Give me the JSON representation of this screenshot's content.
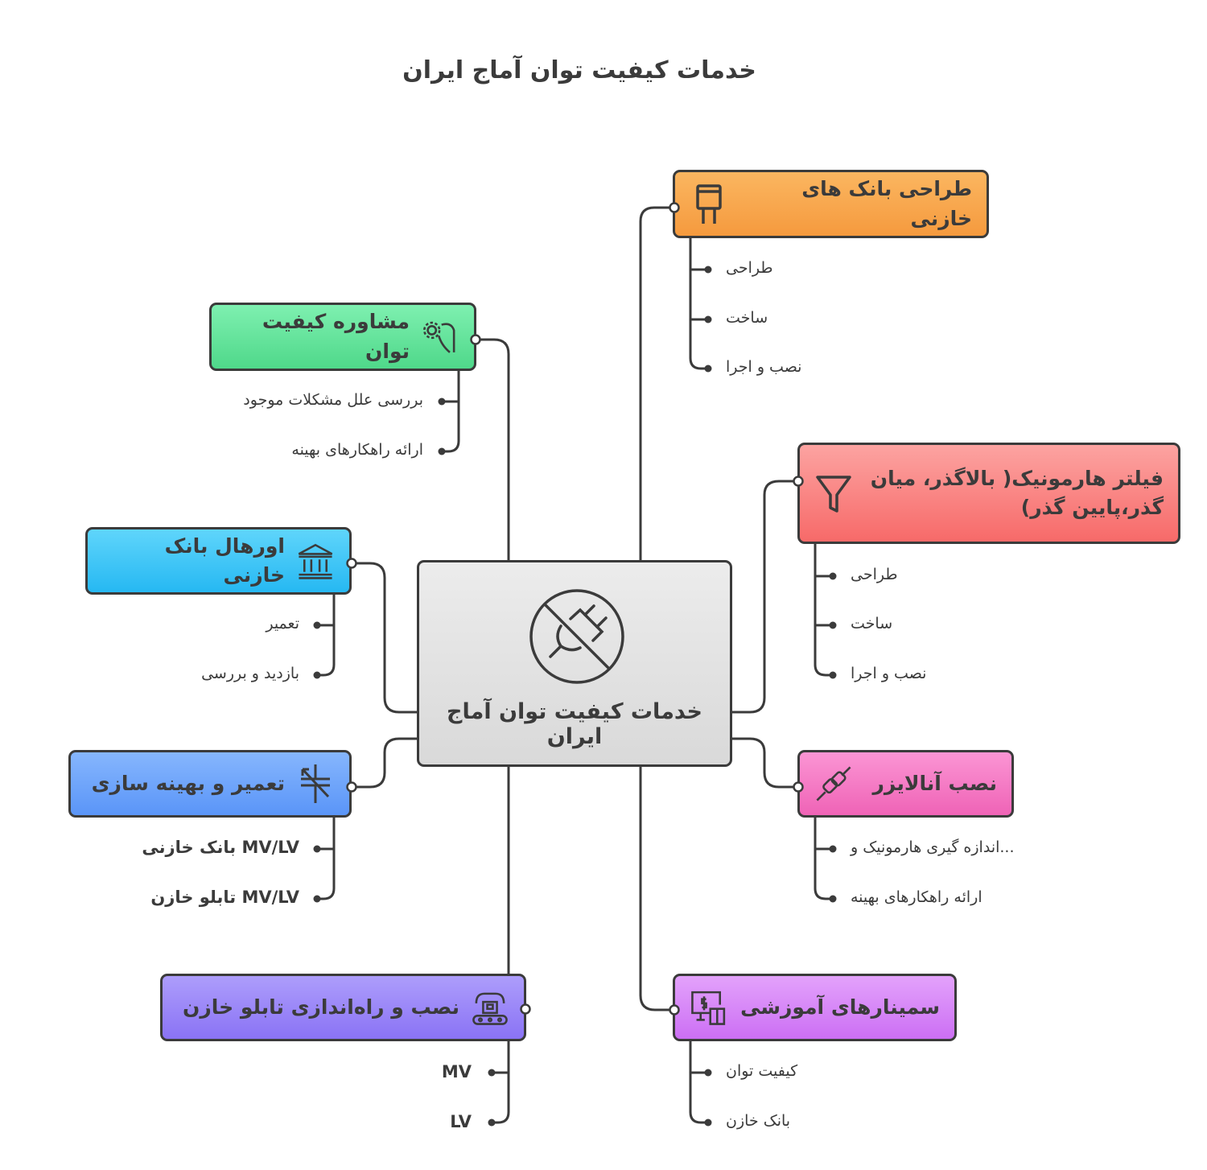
{
  "title": "خدمات کیفیت توان آماج ایران",
  "center": {
    "label": "خدمات کیفیت توان آماج ایران",
    "icon": "no-plug-icon",
    "color": "#e3e3e3"
  },
  "branches": [
    {
      "id": "capacitor-design",
      "label": "طراحی بانک های خازنی",
      "icon": "capacitor-icon",
      "color": "#f9a94f",
      "items": [
        "طراحی",
        "ساخت",
        "نصب و اجرا"
      ]
    },
    {
      "id": "pq-consulting",
      "label": "مشاوره کیفیت توان",
      "icon": "hand-gear-icon",
      "color": "#62e39b",
      "items": [
        "بررسی علل مشکلات موجود",
        "ارائه راهکارهای بهینه"
      ]
    },
    {
      "id": "harmonic-filter",
      "label": "فیلتر هارمونیک( بالاگذر، میان گذر،پایین گذر)",
      "label_line1": "فیلتر هارمونیک( بالاگذر، میان",
      "label_line2": "گذر،پایین گذر)",
      "icon": "funnel-icon",
      "color": "#fa7675",
      "items": [
        "طراحی",
        "ساخت",
        "نصب و اجرا"
      ]
    },
    {
      "id": "capacitor-overhaul",
      "label": "اورهال بانک خازنی",
      "icon": "bank-building-icon",
      "color": "#3fc8f7",
      "items": [
        "تعمیر",
        "بازدید و بررسی"
      ]
    },
    {
      "id": "repair-optimize",
      "label": "تعمیر و بهینه سازی",
      "icon": "variable-capacitor-icon",
      "color": "#6aa4fb",
      "items": [
        "MV/LV بانک خازنی",
        "MV/LV تابلو خازن"
      ]
    },
    {
      "id": "analyzer-install",
      "label": "نصب آنالایزر",
      "icon": "plug-connector-icon",
      "color": "#f57cc6",
      "items": [
        "...اندازه گیری هارمونیک و",
        "ارائه راهکارهای بهینه"
      ]
    },
    {
      "id": "panel-install",
      "label": "نصب و راه‌اندازی تابلو خازن",
      "icon": "conveyor-robot-icon",
      "color": "#9b86f8",
      "items": [
        "MV",
        "LV"
      ]
    },
    {
      "id": "seminars",
      "label": "سمینارهای آموزشی",
      "icon": "screen-book-icon",
      "color": "#d785f6",
      "items": [
        "کیفیت توان",
        "بانک خازن"
      ]
    }
  ],
  "colors": {
    "stroke": "#3b3b3b",
    "text": "#3b3b3b",
    "background": "#ffffff"
  }
}
